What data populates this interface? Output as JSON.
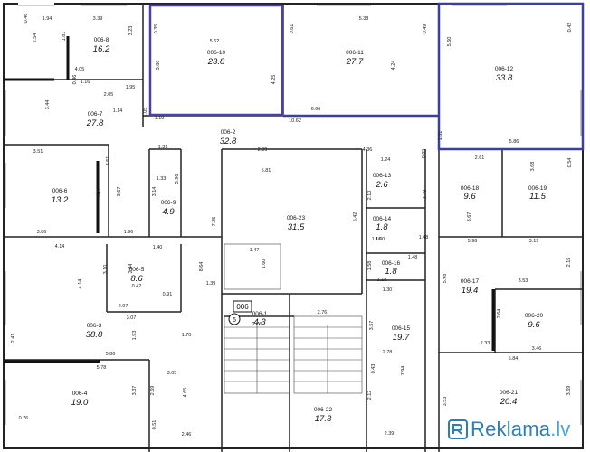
{
  "rooms": [
    {
      "id": "006-8",
      "area": "16.2"
    },
    {
      "id": "006-10",
      "area": "23.8"
    },
    {
      "id": "006-11",
      "area": "27.7"
    },
    {
      "id": "006-12",
      "area": "33.8"
    },
    {
      "id": "006-7",
      "area": "27.8"
    },
    {
      "id": "006-2",
      "area": "32.8"
    },
    {
      "id": "006-6",
      "area": "13.2"
    },
    {
      "id": "006-9",
      "area": "4.9"
    },
    {
      "id": "006-13",
      "area": "2.6"
    },
    {
      "id": "006-14",
      "area": "1.8"
    },
    {
      "id": "006-18",
      "area": "9.6"
    },
    {
      "id": "006-19",
      "area": "11.5"
    },
    {
      "id": "006-23",
      "area": "31.5"
    },
    {
      "id": "006-5",
      "area": "8.6"
    },
    {
      "id": "006-16",
      "area": "1.8"
    },
    {
      "id": "006-17",
      "area": "19.4"
    },
    {
      "id": "006-1",
      "area": "4.3"
    },
    {
      "id": "006-3",
      "area": "38.8"
    },
    {
      "id": "006-15",
      "area": "19.7"
    },
    {
      "id": "006-20",
      "area": "9.6"
    },
    {
      "id": "006-4",
      "area": "19.0"
    },
    {
      "id": "006-22",
      "area": "17.3"
    },
    {
      "id": "006-21",
      "area": "20.4"
    }
  ],
  "dims": [
    "1.94",
    "3.39",
    "0.46",
    "0.35",
    "5.62",
    "0.61",
    "5.38",
    "0.49",
    "0.42",
    "2.54",
    "1.81",
    "3.23",
    "3.86",
    "4.25",
    "4.24",
    "5.60",
    "4.05",
    "1.16",
    "0.46",
    "2.05",
    "1.95",
    "3.44",
    "1.05",
    "1.14",
    "6.66",
    "1.19",
    "10.62",
    "1.31",
    "0.65",
    "5.86",
    "1.31",
    "3.51",
    "2.99",
    "4.36",
    "2.61",
    "3.68",
    "0.54",
    "1.24",
    "3.51",
    "1.33",
    "3.45",
    "5.81",
    "2.10",
    "3.79",
    "3.67",
    "3.67",
    "3.14",
    "3.96",
    "7.25",
    "5.42",
    "4.14",
    "1.00",
    "1.48",
    "5.96",
    "3.19",
    "3.86",
    "1.96",
    "1.40",
    "1.47",
    "1.16",
    "1.48",
    "2.15",
    "4.14",
    "3.10",
    "2.04",
    "1.60",
    "1.58",
    "5.98",
    "3.53",
    "8.64",
    "1.18",
    "1.30",
    "0.42",
    "0.91",
    "1.39",
    "2.97",
    "3.07",
    "2.64",
    "1.70",
    "2.76",
    "2.76",
    "3.57",
    "2.78",
    "2.41",
    "1.93",
    "2.33",
    "3.46",
    "5.86",
    "5.78",
    "3.05",
    "0.43",
    "7.94",
    "5.84",
    "3.37",
    "2.69",
    "4.65",
    "2.12",
    "3.53",
    "3.69",
    "0.51",
    "2.46",
    "2.39",
    "0.76"
  ],
  "door_label": "006",
  "door_number": "6",
  "brand": {
    "name": "Reklama",
    "tld": ".lv"
  },
  "colors": {
    "highlight": "#4a3fb0",
    "wall": "#222222",
    "brand": "#2b7fb8"
  }
}
